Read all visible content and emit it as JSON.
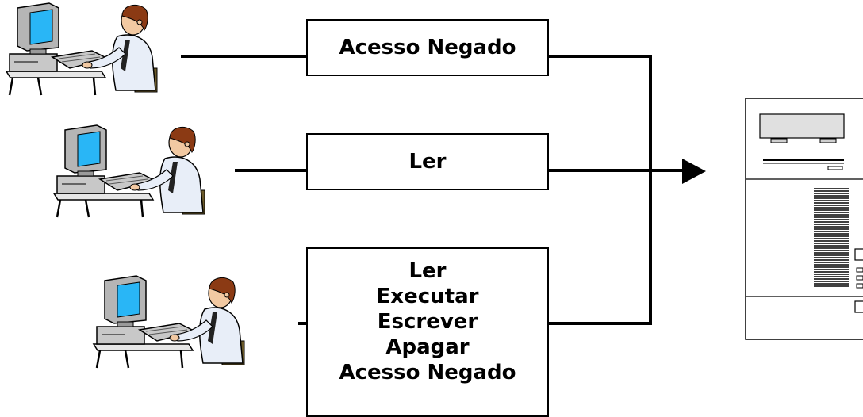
{
  "permissions": {
    "user1": [
      "Acesso Negado"
    ],
    "user2": [
      "Ler"
    ],
    "user3": [
      "Ler",
      "Executar",
      "Escrever",
      "Apagar",
      "Acesso Negado"
    ]
  },
  "icons": {
    "user": "person-at-computer-icon",
    "server": "server-tower-icon",
    "arrow": "arrow-right-icon"
  },
  "colors": {
    "line": "#000000",
    "monitor_screen": "#29b6f6",
    "computer_body": "#b0b0b0",
    "skin": "#f2c9a2",
    "hair": "#8b3a14",
    "shirt": "#e8eef8"
  }
}
